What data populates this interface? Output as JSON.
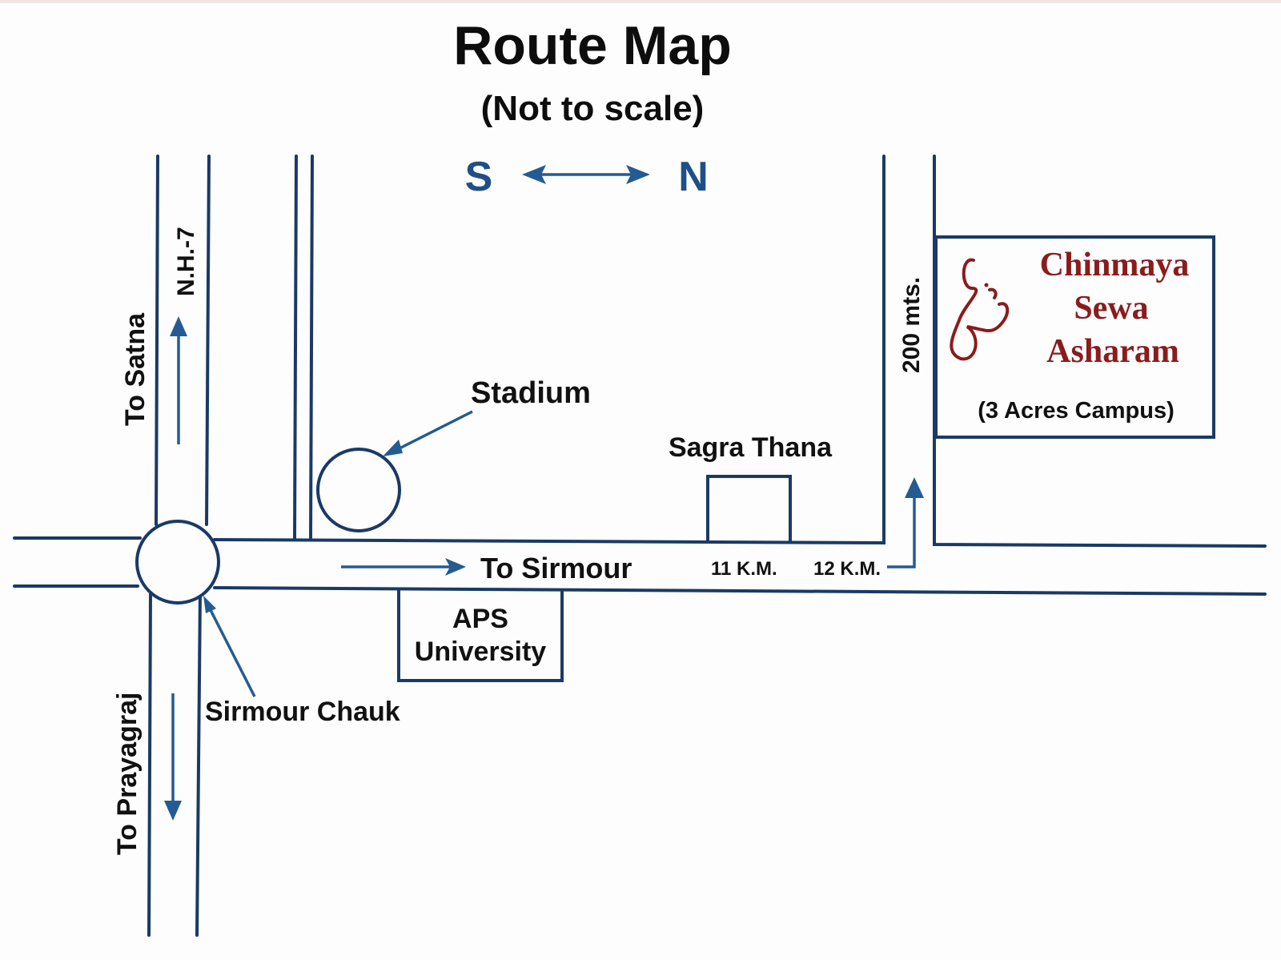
{
  "map": {
    "title": "Route Map",
    "subtitle": "(Not to scale)",
    "compass": {
      "left": "S",
      "right": "N"
    },
    "colors": {
      "road": "#1a3a66",
      "arrow": "#245b92",
      "ashram_text": "#8a1c1c",
      "compass_text": "#1f4f86",
      "background": "#fdfdfd"
    },
    "roads": {
      "nh7_label": "N.H.-7",
      "to_satna": "To Satna",
      "to_prayagraj": "To Prayagraj",
      "to_sirmour": "To Sirmour"
    },
    "landmarks": {
      "stadium": "Stadium",
      "sirmour_chauk": "Sirmour Chauk",
      "aps_line1": "APS",
      "aps_line2": "University",
      "sagra_thana": "Sagra Thana"
    },
    "distances": {
      "km11": "11 K.M.",
      "km12": "12 K.M.",
      "mts200": "200 mts."
    },
    "destination": {
      "logo_icon": "om-symbol",
      "line1": "Chinmaya",
      "line2": "Sewa",
      "line3": "Asharam",
      "note": "(3 Acres Campus)"
    }
  }
}
